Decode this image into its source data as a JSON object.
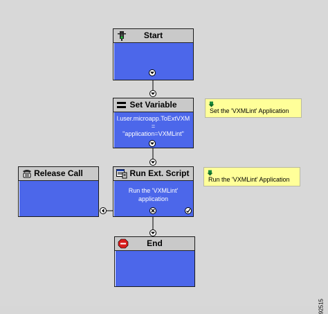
{
  "nodes": {
    "start": {
      "title": "Start"
    },
    "set_variable": {
      "title": "Set Variable",
      "line1": "l.user.microapp.ToExtVXM",
      "line2": "=",
      "line3": "\"application=VXMLint\""
    },
    "run_ext_script": {
      "title": "Run Ext. Script",
      "line1": "Run the 'VXMLint'",
      "line2": "application"
    },
    "release_call": {
      "title": "Release Call"
    },
    "end": {
      "title": "End"
    }
  },
  "notes": {
    "set_variable_note": "Set the 'VXMLint' Application",
    "run_script_note": "Run the 'VXMLint' Application"
  },
  "figure_id": "92515",
  "colors": {
    "node_body": "#4c67ea",
    "node_header": "#c9c9c9",
    "note_bg": "#ffff99",
    "canvas": "#d8d8d8"
  }
}
